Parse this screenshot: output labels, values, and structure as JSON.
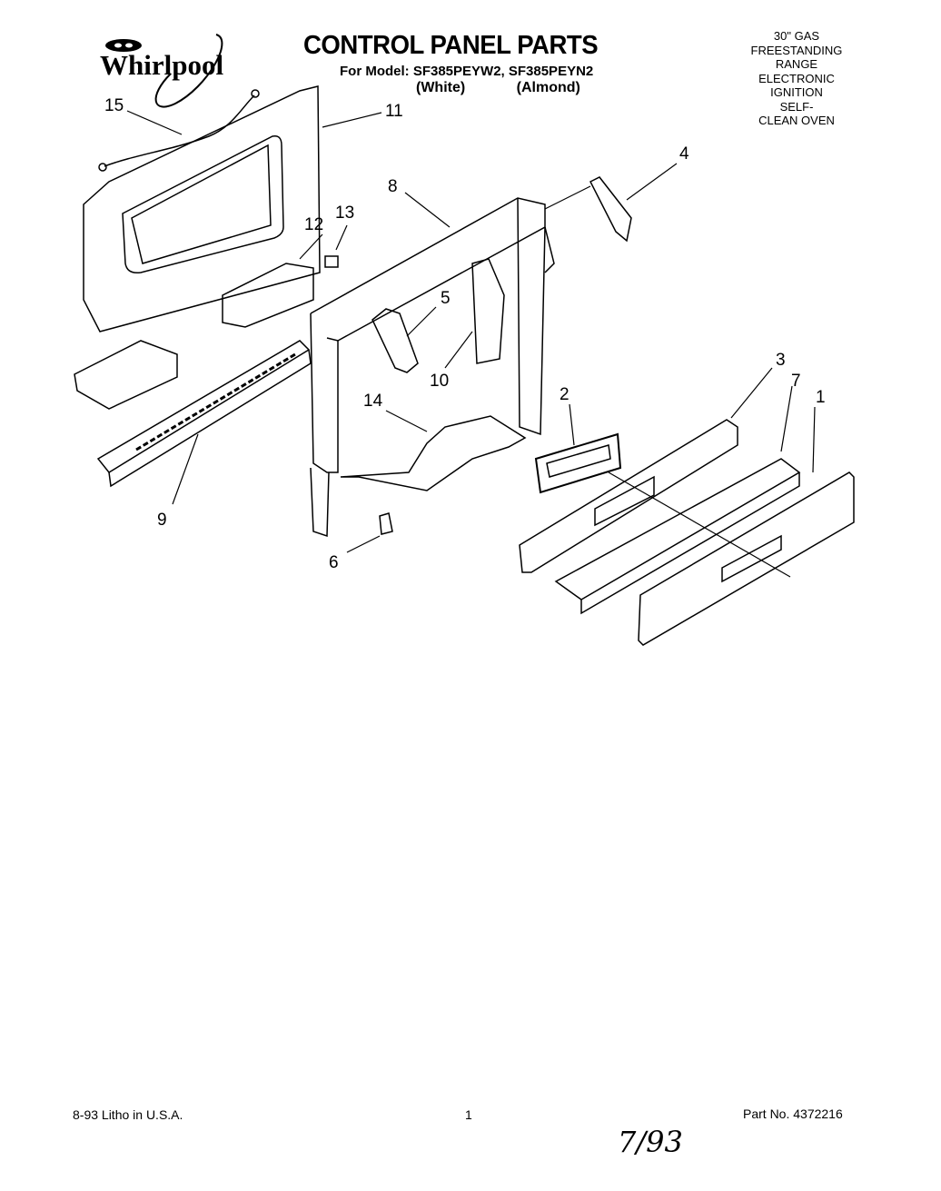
{
  "header": {
    "brand": "Whirlpool",
    "title": "CONTROL PANEL PARTS",
    "model_line": "For Model: SF385PEYW2, SF385PEYN2",
    "variants": [
      "(White)",
      "(Almond)"
    ],
    "description": [
      "30\" GAS",
      "FREESTANDING",
      "RANGE",
      "ELECTRONIC",
      "IGNITION",
      "SELF-",
      "CLEAN OVEN"
    ]
  },
  "diagram": {
    "callouts": [
      "1",
      "2",
      "3",
      "4",
      "5",
      "6",
      "7",
      "8",
      "9",
      "10",
      "11",
      "12",
      "13",
      "14",
      "15"
    ]
  },
  "footer": {
    "print_info": "8-93  Litho in U.S.A.",
    "page_number": "1",
    "part_number": "Part No. 4372216",
    "handwritten_date": "7/93"
  }
}
